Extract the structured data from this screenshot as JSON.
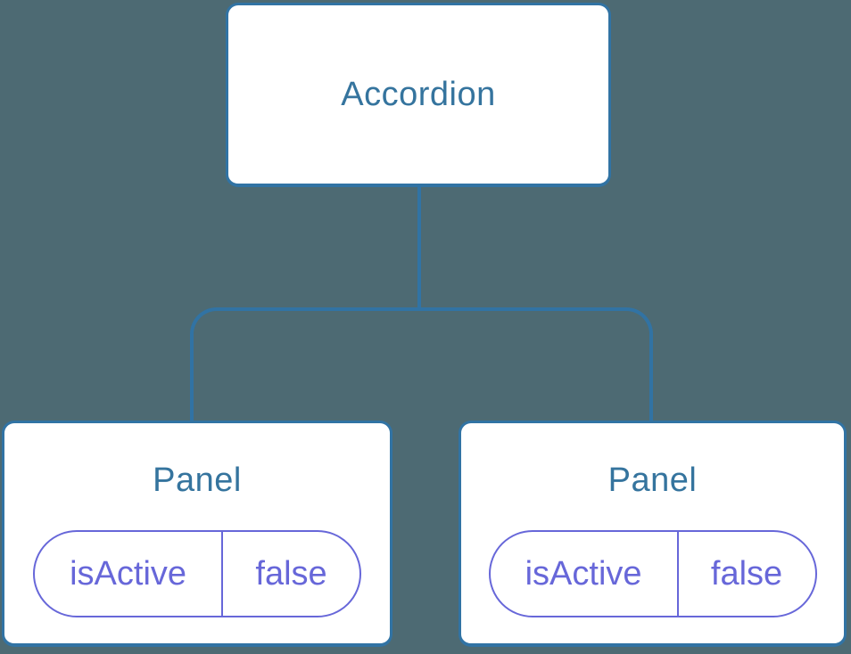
{
  "diagram": {
    "root": {
      "label": "Accordion"
    },
    "children": [
      {
        "label": "Panel",
        "state": {
          "key": "isActive",
          "value": "false"
        }
      },
      {
        "label": "Panel",
        "state": {
          "key": "isActive",
          "value": "false"
        }
      }
    ]
  },
  "colors": {
    "background": "#4d6a73",
    "stroke": "#3173a4",
    "label_text": "#35749e",
    "state_accent": "#6767d9",
    "node_fill": "#ffffff"
  }
}
